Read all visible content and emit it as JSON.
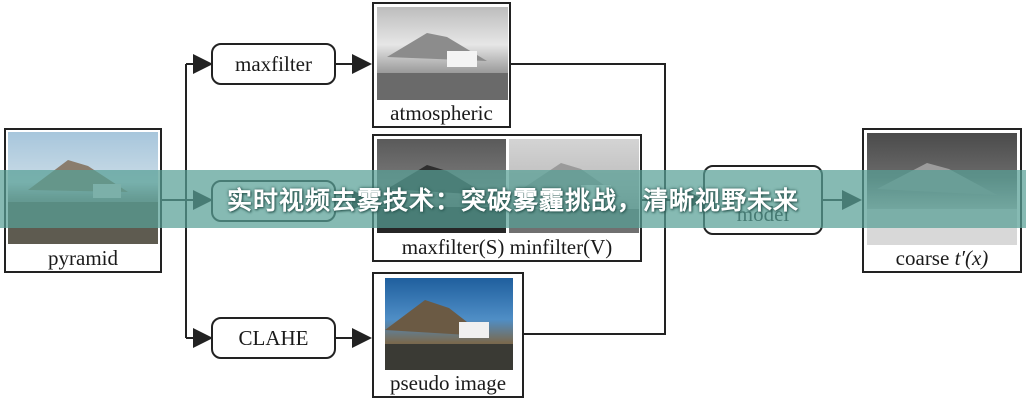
{
  "diagram": {
    "input_label": "pyramid",
    "nodes": {
      "maxfilter": "maxfilter",
      "middle_hidden": "",
      "clahe": "CLAHE",
      "model": "model"
    },
    "outputs": {
      "atmospheric": "atmospheric",
      "sv_pair": "maxfilter(S) minfilter(V)",
      "pseudo": "pseudo image",
      "coarse_prefix": "coarse ",
      "coarse_math": "t′(x)"
    }
  },
  "banner": {
    "title": "实时视频去雾技术：突破雾霾挑战，清晰视野未来"
  },
  "colors": {
    "banner_bg": "#58a096",
    "line": "#222222"
  }
}
